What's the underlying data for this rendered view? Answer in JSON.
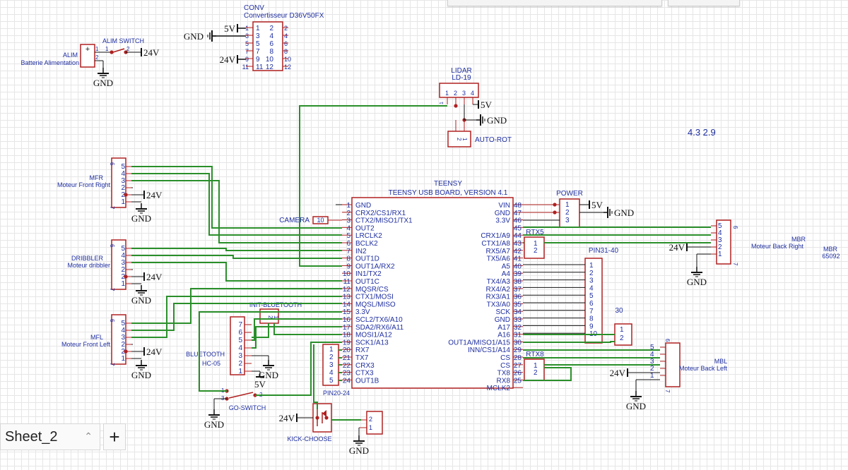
{
  "sheet_tab": {
    "label": "Sheet_2",
    "add_label": "+"
  },
  "version_note": "4.3 2.9",
  "components": {
    "conv": {
      "ref": "CONV",
      "name": "Convertisseur D36V50FX"
    },
    "alim": {
      "ref": "ALIM",
      "name": "Batterie Alimentation"
    },
    "alim_switch": {
      "name": "ALIM SWITCH"
    },
    "lidar": {
      "ref": "LIDAR",
      "name": "LD-19"
    },
    "auto_rot": {
      "name": "AUTO-ROT"
    },
    "teensy": {
      "ref": "TEENSY",
      "name": "TEENSY USB BOARD, VERSION 4.1"
    },
    "power": {
      "name": "POWER"
    },
    "camera": {
      "name": "CAMERA",
      "value": "10"
    },
    "rtx5": {
      "name": "RTX5"
    },
    "rtx8": {
      "name": "RTX8"
    },
    "pin31_40": {
      "name": "PIN31-40"
    },
    "pin30": {
      "name": "30"
    },
    "mfr": {
      "ref": "MFR",
      "name": "Moteur Front Right"
    },
    "dribbler": {
      "ref": "DRIBBLER",
      "name": "Moteur dribbler"
    },
    "mfl": {
      "ref": "MFL",
      "name": "Moteur Front Left"
    },
    "mbr": {
      "ref": "MBR",
      "name": "Moteur Back Right"
    },
    "mbl": {
      "ref": "MBL",
      "name": "Moteur Back Left"
    },
    "init_bluetooth": {
      "name": "INIT-BLUETOOTH"
    },
    "bluetooth": {
      "ref": "BLUETOOTH",
      "name": "HC-05"
    },
    "go_switch": {
      "name": "GO-SWITCH"
    },
    "pin20_24": {
      "name": "PIN20-24"
    },
    "kick_choose": {
      "name": "KICK-CHOOSE"
    },
    "mbr_offpage": {
      "ref": "MBR",
      "name": "65092"
    }
  },
  "net_labels": {
    "gnd": "GND",
    "v24": "24V",
    "v5": "5V"
  },
  "teensy_left_pins": [
    {
      "num": "1",
      "name": "GND"
    },
    {
      "num": "2",
      "name": "CRX2/CS1/RX1"
    },
    {
      "num": "3",
      "name": "CTX2/MISO1/TX1"
    },
    {
      "num": "4",
      "name": "OUT2"
    },
    {
      "num": "5",
      "name": "LRCLK2"
    },
    {
      "num": "6",
      "name": "BCLK2"
    },
    {
      "num": "7",
      "name": "IN2"
    },
    {
      "num": "8",
      "name": "OUT1D"
    },
    {
      "num": "9",
      "name": "OUT1A/RX2"
    },
    {
      "num": "10",
      "name": "IN1/TX2"
    },
    {
      "num": "11",
      "name": "OUT1C"
    },
    {
      "num": "12",
      "name": "MQSR/CS"
    },
    {
      "num": "13",
      "name": "CTX1/MOSI"
    },
    {
      "num": "14",
      "name": "MQSL/MISO"
    },
    {
      "num": "15",
      "name": "3.3V"
    },
    {
      "num": "16",
      "name": "SCL2/TX6/A10"
    },
    {
      "num": "17",
      "name": "SDA2/RX6/A11"
    },
    {
      "num": "18",
      "name": "MOSI1/A12"
    },
    {
      "num": "19",
      "name": "SCK1/A13"
    },
    {
      "num": "20",
      "name": "RX7"
    },
    {
      "num": "21",
      "name": "TX7"
    },
    {
      "num": "22",
      "name": "CRX3"
    },
    {
      "num": "23",
      "name": "CTX3"
    },
    {
      "num": "24",
      "name": "OUT1B"
    }
  ],
  "teensy_right_pins": [
    {
      "num": "48",
      "name": "VIN"
    },
    {
      "num": "47",
      "name": "GND"
    },
    {
      "num": "46",
      "name": "3.3V"
    },
    {
      "num": "45",
      "name": ""
    },
    {
      "num": "44",
      "name": "CRX1/A9"
    },
    {
      "num": "43",
      "name": "CTX1/A8"
    },
    {
      "num": "42",
      "name": "RX5/A7"
    },
    {
      "num": "41",
      "name": "TX5/A6"
    },
    {
      "num": "40",
      "name": "A5"
    },
    {
      "num": "39",
      "name": "A4"
    },
    {
      "num": "38",
      "name": "TX4/A3"
    },
    {
      "num": "37",
      "name": "RX4/A2"
    },
    {
      "num": "36",
      "name": "RX3/A1"
    },
    {
      "num": "35",
      "name": "TX3/A0"
    },
    {
      "num": "34",
      "name": "SCK"
    },
    {
      "num": "33",
      "name": "GND"
    },
    {
      "num": "32",
      "name": "A17"
    },
    {
      "num": "31",
      "name": "A16"
    },
    {
      "num": "30",
      "name": "OUT1A/MISO1/A15"
    },
    {
      "num": "29",
      "name": "INN/CS1/A14"
    },
    {
      "num": "28",
      "name": "CS"
    },
    {
      "num": "27",
      "name": "CS"
    },
    {
      "num": "26",
      "name": "TX8"
    },
    {
      "num": "25",
      "name": "RX8"
    },
    {
      "num": "",
      "name": "MCLK2"
    }
  ]
}
